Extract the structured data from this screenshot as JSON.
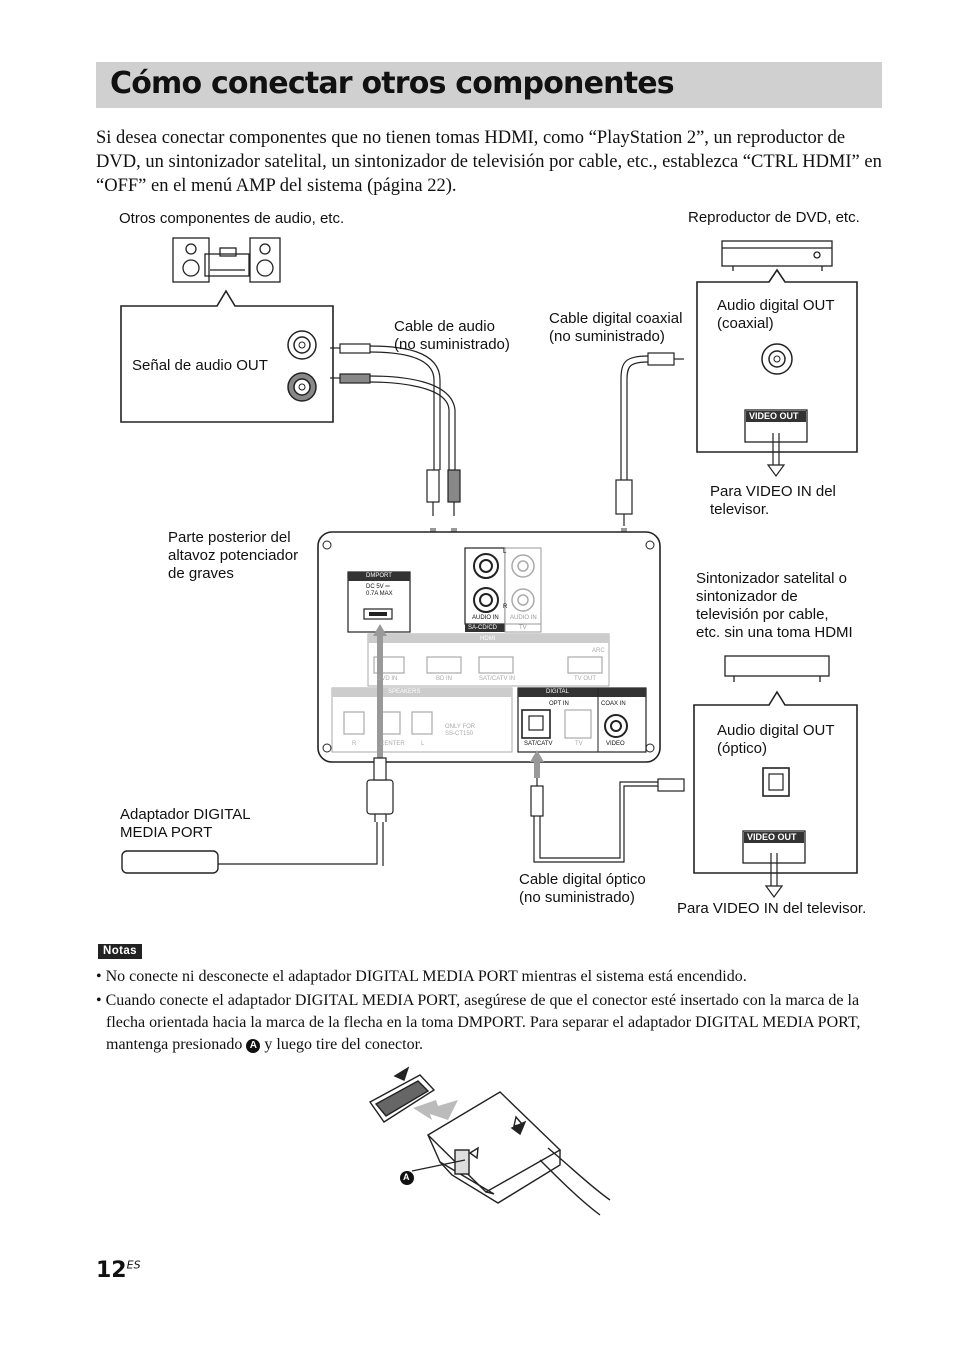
{
  "title": "Cómo conectar otros componentes",
  "intro": "Si desea conectar componentes que no tienen tomas HDMI, como “PlayStation 2”, un reproductor de DVD, un sintonizador satelital, un sintonizador de televisión por cable, etc., establezca “CTRL HDMI” en “OFF” en el menú AMP del sistema (página 22).",
  "diagram": {
    "other_audio": "Otros componentes de audio, etc.",
    "audio_signal_out": "Señal de audio OUT",
    "audio_cable_1": "Cable de audio",
    "audio_cable_2": "(no suministrado)",
    "coax_cable_1": "Cable digital coaxial",
    "coax_cable_2": "(no suministrado)",
    "dvd_player": "Reproductor de DVD, etc.",
    "dvd_out_1": "Audio digital OUT",
    "dvd_out_2": "(coaxial)",
    "video_out": "VIDEO OUT",
    "to_tv_video_1": "Para VIDEO IN del",
    "to_tv_video_2": "televisor.",
    "subwoofer_1": "Parte posterior del",
    "subwoofer_2": "altavoz potenciador",
    "subwoofer_3": "de graves",
    "tuner_1": "Sintonizador satelital o",
    "tuner_2": "sintonizador de",
    "tuner_3": "televisión por cable,",
    "tuner_4": "etc. sin una toma HDMI",
    "opt_out_1": "Audio digital OUT",
    "opt_out_2": "(óptico)",
    "dmport_adapter_1": "Adaptador DIGITAL",
    "dmport_adapter_2": "MEDIA PORT",
    "optical_cable_1": "Cable digital óptico",
    "optical_cable_2": "(no suministrado)",
    "to_tv_video_full": "Para VIDEO IN del televisor.",
    "panel": {
      "dmport": "DMPORT",
      "dc": "DC 5V ═",
      "dc_max": "0.7A MAX",
      "audio_in": "AUDIO IN",
      "sa_cd": "SA-CD/CD",
      "tv": "TV",
      "hdmi": "HDMI",
      "arc": "ARC",
      "dvd_in": "DVD IN",
      "bd_in": "BD IN",
      "sat_in": "SAT/CATV IN",
      "tv_out": "TV OUT",
      "speakers": "SPEAKERS",
      "r": "R",
      "center": "CENTER",
      "l": "L",
      "only_for_1": "ONLY FOR",
      "only_for_2": "SS-CT150",
      "digital": "DIGITAL",
      "opt_in": "OPT IN",
      "coax_in": "COAX IN",
      "sat_catv": "SAT/CATV",
      "video": "VIDEO",
      "l_mark": "L",
      "r_mark": "R"
    }
  },
  "notes_label": "Notas",
  "notes": [
    "No conecte ni desconecte el adaptador DIGITAL MEDIA PORT mientras el sistema está encendido.",
    "Cuando conecte el adaptador DIGITAL MEDIA PORT, asegúrese de que el conector esté insertado con la marca de la flecha orientada hacia la marca de la flecha en la toma DMPORT. Para separar el adaptador DIGITAL MEDIA PORT, mantenga presionado"
  ],
  "note2_tail": "y luego tire del conector.",
  "marker_a": "A",
  "page_number": "12",
  "page_suffix": "ES"
}
